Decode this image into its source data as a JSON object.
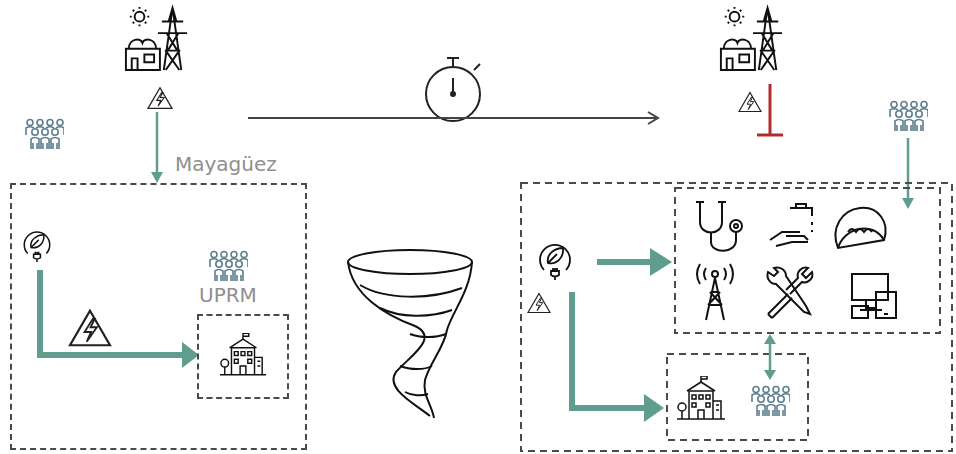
{
  "diagram": {
    "nodes": [
      {
        "text": [
          "Mayagüez"
        ]
      },
      {
        "text": [
          "UPRM"
        ],
        "in": 0
      }
    ]
  }
}
